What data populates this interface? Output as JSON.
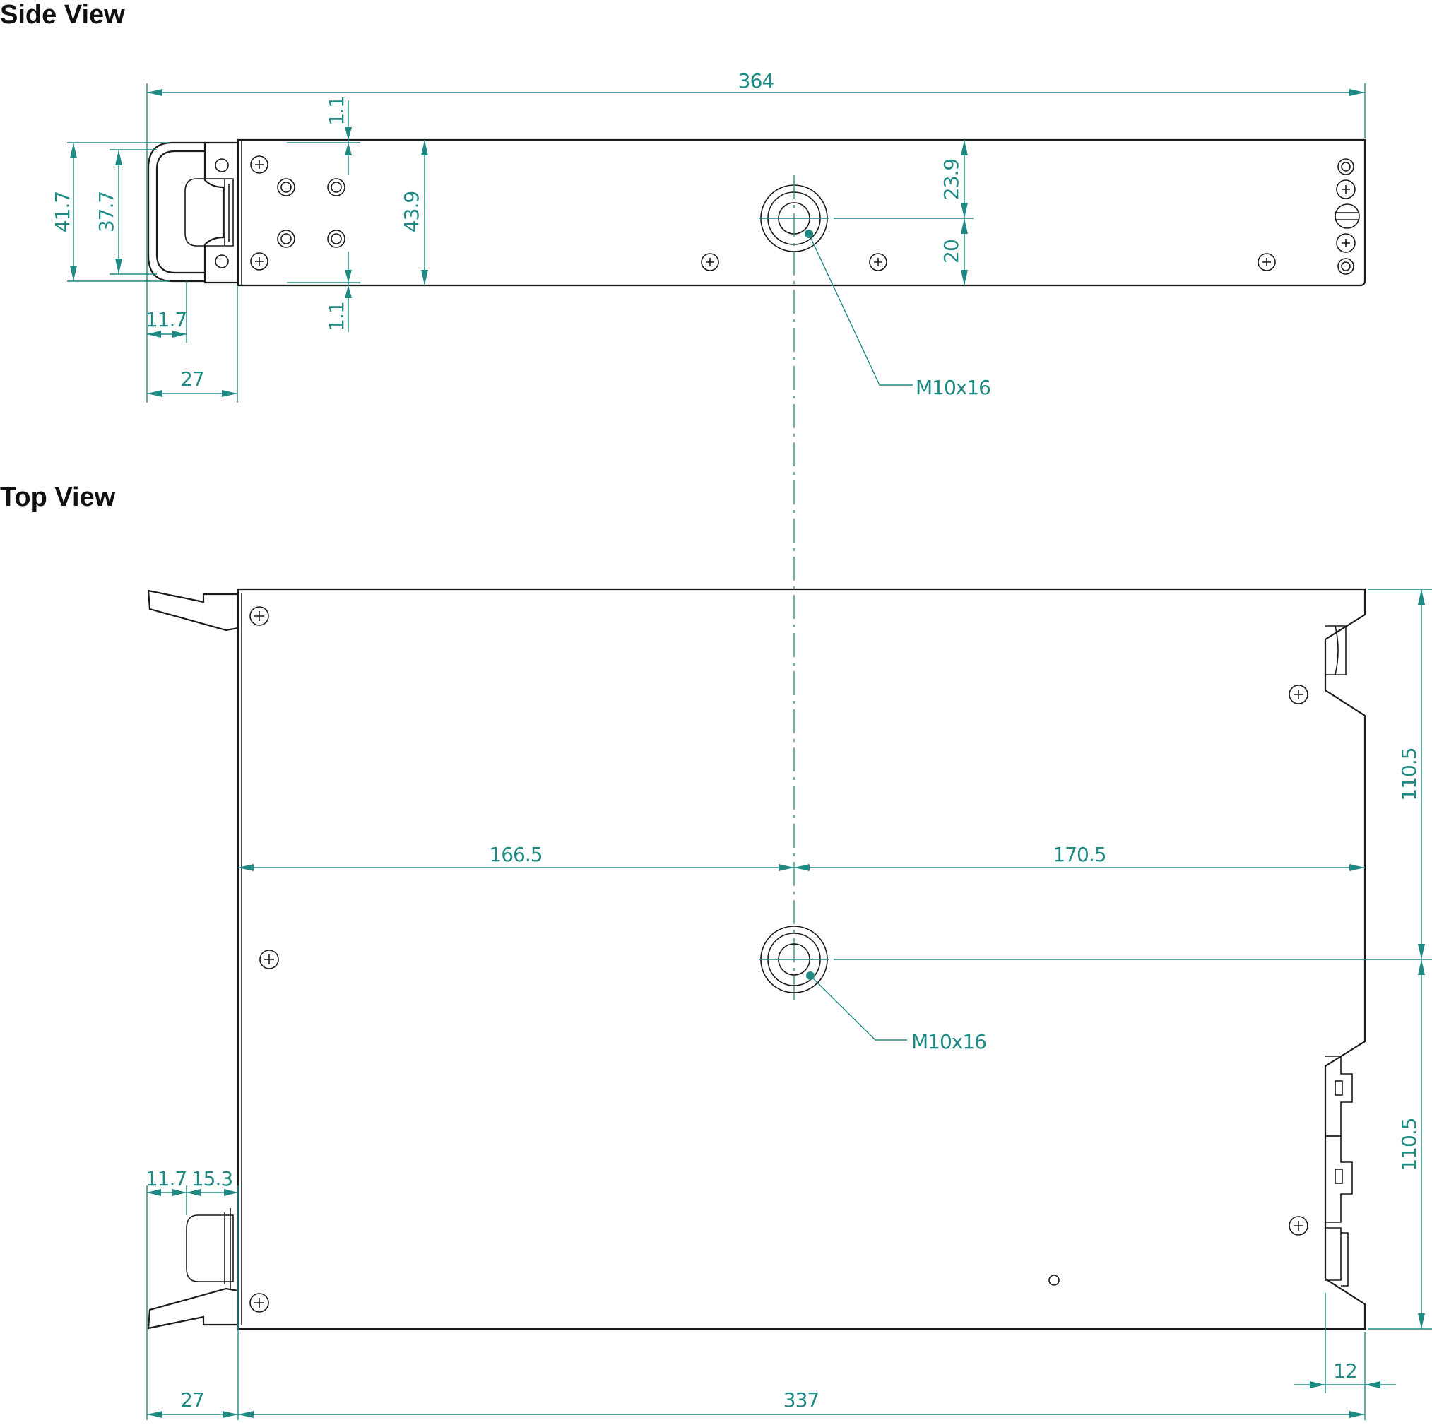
{
  "views": {
    "side": {
      "title": "Side View"
    },
    "top": {
      "title": "Top View"
    }
  },
  "dimensions": {
    "side": {
      "overall_length": "364",
      "handle_height_outer": "41.7",
      "handle_height_inner": "37.7",
      "body_height": "43.9",
      "top_offset": "1.1",
      "bottom_offset": "1.1",
      "handle_grip_depth": "11.7",
      "handle_depth": "27",
      "mount_above_center": "23.9",
      "mount_below_center": "20",
      "thread_callout": "M10x16"
    },
    "top": {
      "left_to_mount": "166.5",
      "mount_to_right": "170.5",
      "half_width_upper": "110.5",
      "half_width_lower": "110.5",
      "handle_grip_depth": "11.7",
      "handle_offset": "15.3",
      "handle_depth": "27",
      "body_length": "337",
      "rear_recess": "12",
      "thread_callout": "M10x16"
    }
  },
  "colors": {
    "dimension": "#1f8a84",
    "outline": "#1a1a1a",
    "background": "#ffffff"
  }
}
